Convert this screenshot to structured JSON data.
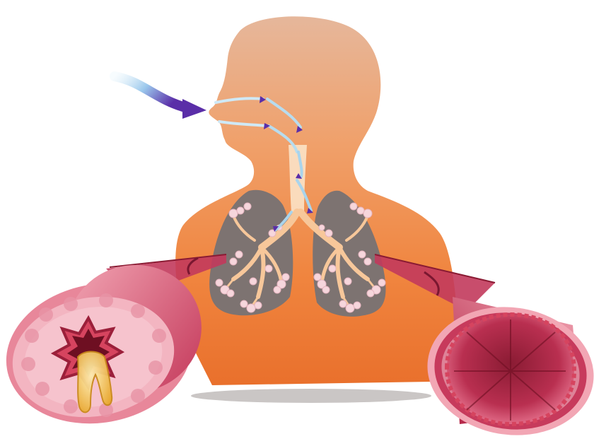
{
  "illustration": {
    "subject": "respiratory-system-airways",
    "elements": [
      "inhaled-air-arrow",
      "human-silhouette",
      "trachea",
      "left-lung",
      "right-lung",
      "bronchial-tree",
      "inflamed-airway-cross-section",
      "normal-airway-cross-section"
    ],
    "labels": []
  },
  "colors": {
    "skin_light": "#e8b89a",
    "skin_mid": "#f08a4b",
    "skin_deep": "#e8672a",
    "lung_gray": "#7d7371",
    "bronchi": "#f7c79a",
    "alveoli": "#f6d6dc",
    "air_arrow": "#6a3fb5",
    "air_arrow_light": "#bfe3f5",
    "airway_outer": "#b8284a",
    "airway_inner": "#e8879a",
    "airway_lumen": "#6e0f22",
    "mucus": "#f3c23a"
  }
}
